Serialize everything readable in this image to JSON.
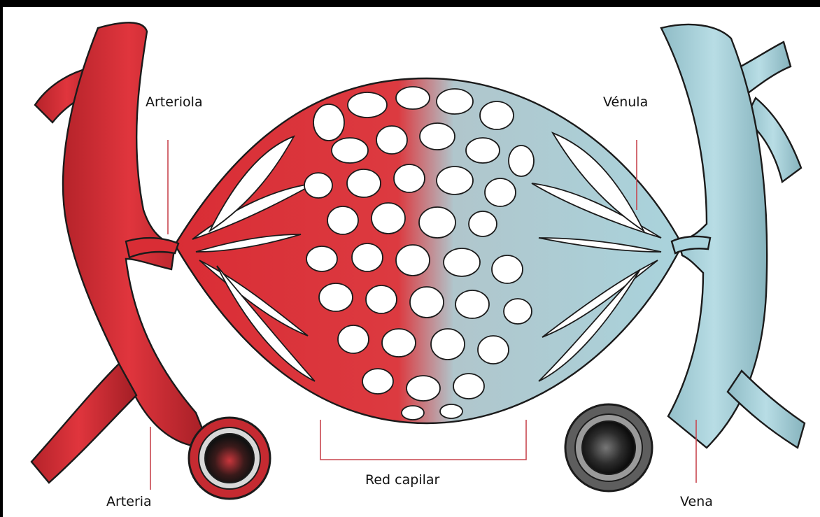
{
  "labels": {
    "arteriola": "Arteriola",
    "venula": "Vénula",
    "arteria": "Arteria",
    "vena": "Vena",
    "red_capilar": "Red capilar"
  },
  "colors": {
    "artery": "#d92d35",
    "artery_dark": "#9c1c22",
    "vein": "#a9d3dc",
    "vein_dark": "#6c9aa5",
    "outline": "#1b1b1b",
    "leader_line": "#c8464f",
    "frame": "#000000"
  }
}
